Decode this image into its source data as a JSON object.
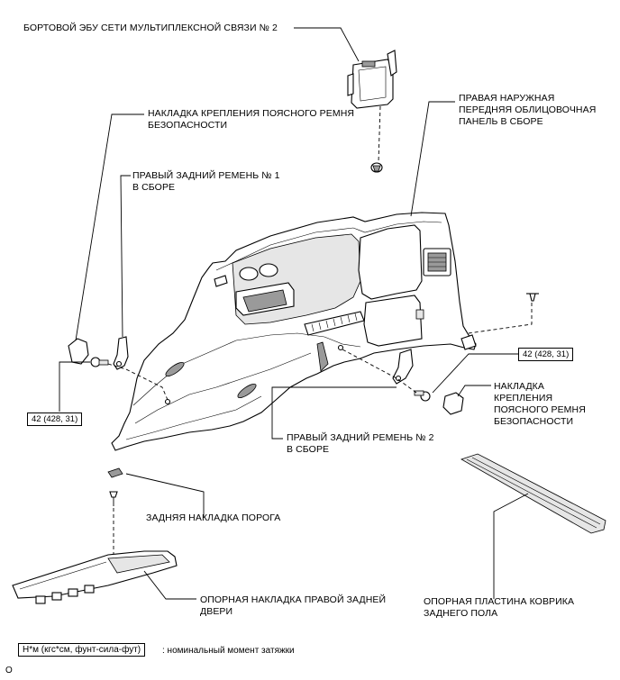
{
  "labels": {
    "ecu": "БОРТОВОЙ ЭБУ СЕТИ МУЛЬТИПЛЕКСНОЙ СВЯЗИ № 2",
    "belt_cover_left_1": "НАКЛАДКА КРЕПЛЕНИЯ ПОЯСНОГО РЕМНЯ",
    "belt_cover_left_2": "БЕЗОПАСНОСТИ",
    "belt1_1": "ПРАВЫЙ ЗАДНИЙ РЕМЕНЬ № 1",
    "belt1_2": "В СБОРЕ",
    "panel_1": "ПРАВАЯ НАРУЖНАЯ",
    "panel_2": "ПЕРЕДНЯЯ ОБЛИЦОВОЧНАЯ",
    "panel_3": "ПАНЕЛЬ В СБОРЕ",
    "belt_cover_right_1": "НАКЛАДКА",
    "belt_cover_right_2": "КРЕПЛЕНИЯ",
    "belt_cover_right_3": "ПОЯСНОГО РЕМНЯ",
    "belt_cover_right_4": "БЕЗОПАСНОСТИ",
    "belt2_1": "ПРАВЫЙ ЗАДНИЙ РЕМЕНЬ № 2",
    "belt2_2": "В СБОРЕ",
    "sill": "ЗАДНЯЯ НАКЛАДКА ПОРОГА",
    "scuff_1": "ОПОРНАЯ НАКЛАДКА ПРАВОЙ ЗАДНЕЙ",
    "scuff_2": "ДВЕРИ",
    "floor_1": "ОПОРНАЯ ПЛАСТИНА КОВРИКА",
    "floor_2": "ЗАДНЕГО ПОЛА"
  },
  "torques": {
    "left": "42 (428, 31)",
    "right": "42 (428, 31)"
  },
  "legend": {
    "box": "Н*м (кгс*см, фунт-сила-фут)",
    "text": ": номинальный момент затяжки"
  },
  "corner_mark": "O"
}
